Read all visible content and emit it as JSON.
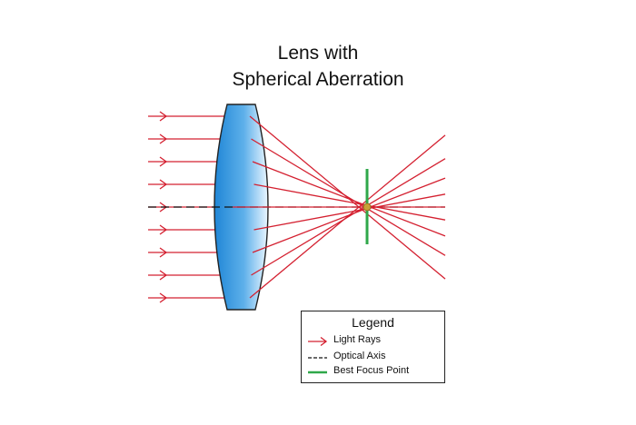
{
  "title": {
    "line1": "Lens with",
    "line2": "Spherical Aberration"
  },
  "legend": {
    "title": "Legend",
    "items": [
      {
        "label": "Light Rays",
        "kind": "red-arrow"
      },
      {
        "label": "Optical Axis",
        "kind": "dashed-axis"
      },
      {
        "label": "Best Focus Point",
        "kind": "green-line"
      }
    ]
  },
  "colors": {
    "ray": "#d42030",
    "axis": "#111111",
    "focus": "#2fa84a",
    "lens_light": "#eaf6ff",
    "lens_dark": "#1f86d6"
  }
}
